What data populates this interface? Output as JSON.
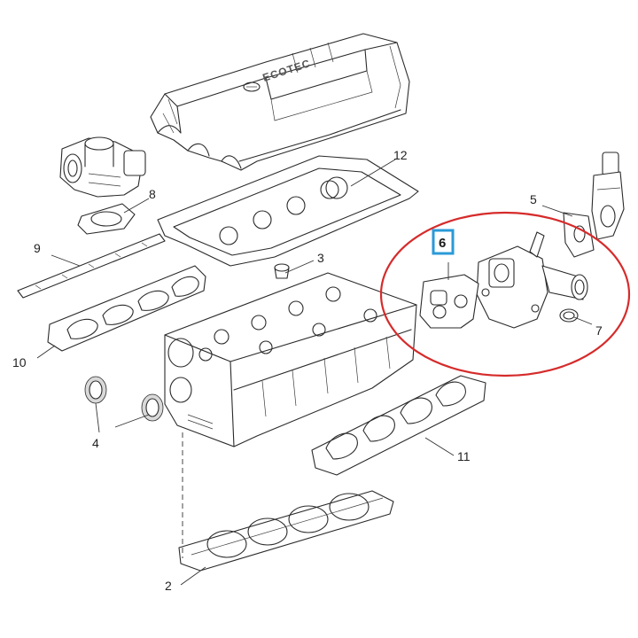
{
  "brand_text": "ECOTEC",
  "colors": {
    "highlight_ring": "#d62b2b",
    "callout_box": "#2a9ad8"
  },
  "highlighted_part": "6",
  "labels": {
    "p2": "2",
    "p3": "3",
    "p4": "4",
    "p5": "5",
    "p6": "6",
    "p7": "7",
    "p8": "8",
    "p9": "9",
    "p10": "10",
    "p11": "11",
    "p12": "12"
  }
}
